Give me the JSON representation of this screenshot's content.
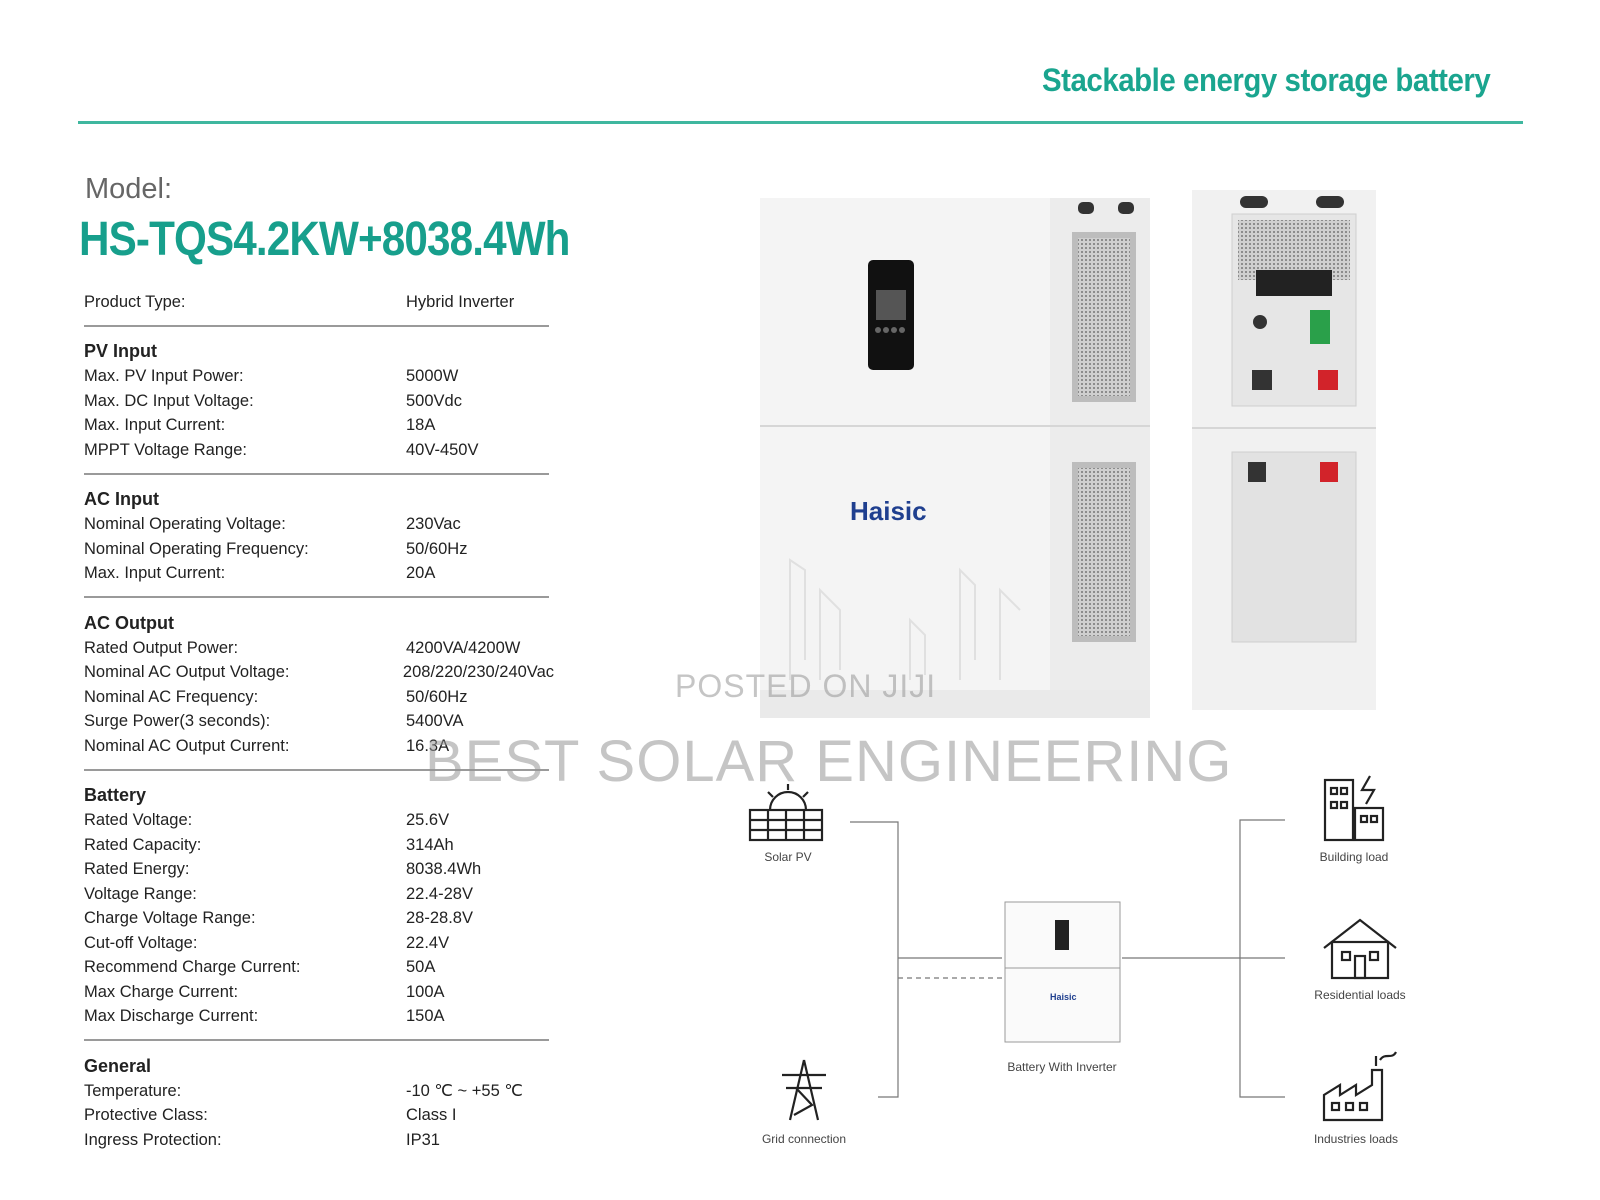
{
  "header": {
    "title": "Stackable energy storage battery"
  },
  "model": {
    "label": "Model:",
    "value": "HS-TQS4.2KW+8038.4Wh"
  },
  "product_type": {
    "key": "Product Type:",
    "value": "Hybrid Inverter"
  },
  "sections": [
    {
      "title": "PV Input",
      "rows": [
        {
          "key": "Max. PV Input Power:",
          "value": "5000W"
        },
        {
          "key": "Max. DC Input Voltage:",
          "value": "500Vdc"
        },
        {
          "key": "Max. Input Current:",
          "value": "18A"
        },
        {
          "key": "MPPT Voltage Range:",
          "value": "40V-450V"
        }
      ]
    },
    {
      "title": "AC Input",
      "rows": [
        {
          "key": "Nominal Operating Voltage:",
          "value": "230Vac"
        },
        {
          "key": "Nominal Operating Frequency:",
          "value": "50/60Hz"
        },
        {
          "key": "Max. Input Current:",
          "value": "20A"
        }
      ]
    },
    {
      "title": "AC Output",
      "rows": [
        {
          "key": "Rated Output Power:",
          "value": "4200VA/4200W"
        },
        {
          "key": "Nominal AC Output Voltage:",
          "value": "208/220/230/240Vac"
        },
        {
          "key": "Nominal AC Frequency:",
          "value": "50/60Hz"
        },
        {
          "key": "Surge Power(3 seconds):",
          "value": "5400VA"
        },
        {
          "key": "Nominal AC Output Current:",
          "value": "16.3A"
        }
      ]
    },
    {
      "title": "Battery",
      "rows": [
        {
          "key": "Rated Voltage:",
          "value": "25.6V"
        },
        {
          "key": "Rated Capacity:",
          "value": "314Ah"
        },
        {
          "key": "Rated Energy:",
          "value": "8038.4Wh"
        },
        {
          "key": "Voltage Range:",
          "value": "22.4-28V"
        },
        {
          "key": "Charge Voltage Range:",
          "value": "28-28.8V"
        },
        {
          "key": "Cut-off Voltage:",
          "value": "22.4V"
        },
        {
          "key": "Recommend Charge Current:",
          "value": "50A"
        },
        {
          "key": "Max Charge Current:",
          "value": "100A"
        },
        {
          "key": "Max Discharge Current:",
          "value": "150A"
        }
      ]
    },
    {
      "title": "General",
      "rows": [
        {
          "key": "Temperature:",
          "value": "-10 ℃ ~ +55 ℃"
        },
        {
          "key": "Protective Class:",
          "value": "Class I"
        },
        {
          "key": "Ingress Protection:",
          "value": "IP31"
        }
      ]
    }
  ],
  "product": {
    "brand": "Haisic"
  },
  "diagram": {
    "solar_pv": "Solar PV",
    "grid": "Grid connection",
    "battery": "Battery With Inverter",
    "battery_brand": "Haisic",
    "building": "Building load",
    "residential": "Residential loads",
    "industries": "Industries loads"
  },
  "watermark": {
    "posted": "POSTED ON JIJI",
    "company": "BEST SOLAR ENGINEERING"
  },
  "colors": {
    "accent": "#1aa58f",
    "rule": "#3fb79f",
    "brand": "#1f3f8f",
    "terminal_red": "#d2232a"
  }
}
